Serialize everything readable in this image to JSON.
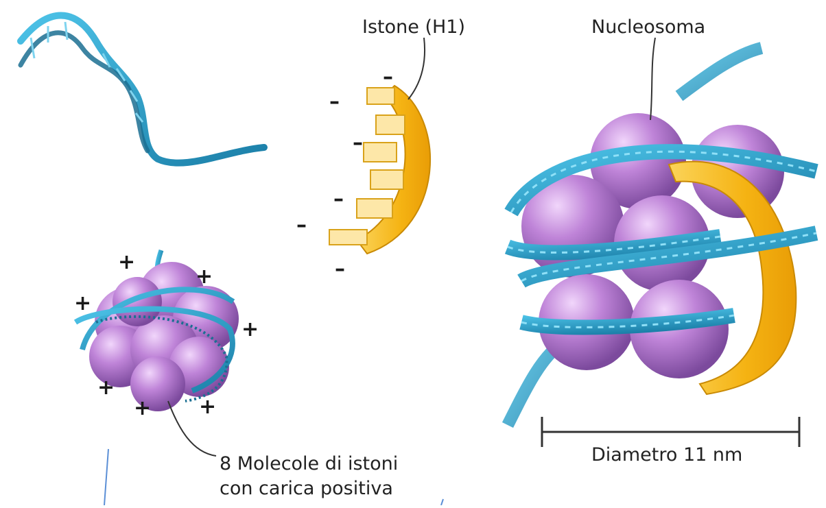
{
  "labels": {
    "histone_h1": "Istone (H1)",
    "nucleosome": "Nucleosoma",
    "octamer_line1": "8 Molecole di istoni",
    "octamer_line2": "con carica positiva",
    "diameter": "Diametro 11 nm"
  },
  "signs": {
    "negative": "–",
    "positive": "+"
  },
  "colors": {
    "dna": "#2aa3cf",
    "dna_dark": "#1b6f92",
    "histone_sphere": "#b57ad0",
    "histone_sphere_dark": "#7d4a9e",
    "h1_front": "#f7b718",
    "h1_face": "#fde7a8",
    "line": "#333333"
  },
  "icons": {
    "dna_helix": "dna-helix-icon",
    "histone_h1": "h1-histone-shape",
    "octamer": "histone-octamer-shape",
    "nucleosome": "nucleosome-shape"
  }
}
